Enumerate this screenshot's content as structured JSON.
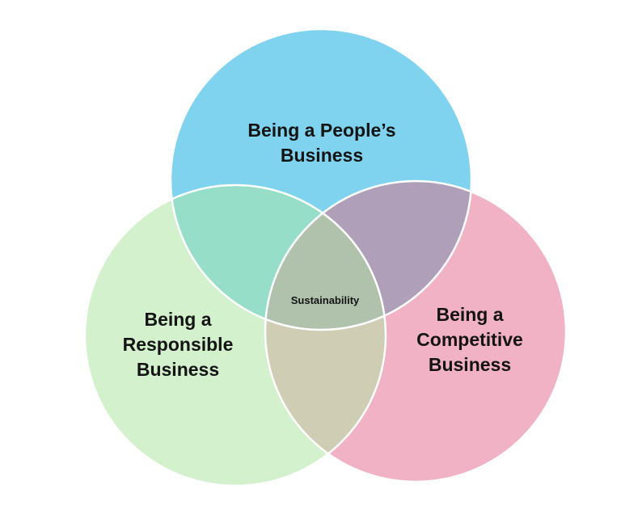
{
  "diagram": {
    "type": "venn-3",
    "circles": [
      {
        "id": "people",
        "lines": [
          "Being a People’s",
          "Business"
        ],
        "color": "#7fd3ef"
      },
      {
        "id": "responsible",
        "lines": [
          "Being a",
          "Responsible",
          "Business"
        ],
        "color": "#d3f1cc"
      },
      {
        "id": "competitive",
        "lines": [
          "Being a",
          "Competitive",
          "Business"
        ],
        "color": "#f1b2c5"
      }
    ],
    "overlaps": {
      "people_responsible": "#96dec8",
      "people_competitive": "#b09fb9",
      "responsible_competitive": "#cfcdb3",
      "all": "#b0c2ac"
    },
    "center_label": "Sustainability",
    "outline_color": "#ffffff"
  }
}
